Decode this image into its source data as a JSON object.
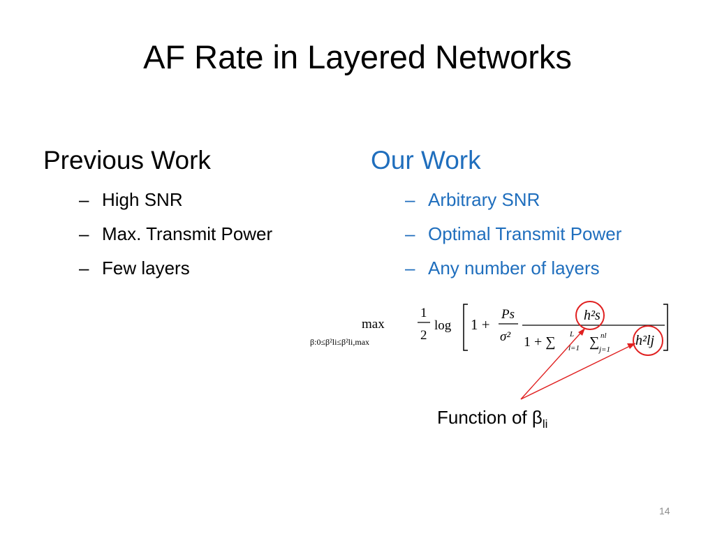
{
  "slide": {
    "title": "AF Rate in Layered Networks",
    "left_column": {
      "heading": "Previous Work",
      "bullets": [
        "High SNR",
        "Max. Transmit Power",
        "Few layers"
      ]
    },
    "right_column": {
      "heading": "Our Work",
      "bullets": [
        "Arbitrary SNR",
        "Optimal Transmit Power",
        "Any number of layers"
      ]
    },
    "caption": {
      "text": "Function of β",
      "subscript": "li"
    },
    "slide_number": "14"
  },
  "formula": {
    "max_op": "max",
    "constraint": "β:0≤β²li≤β²li,max",
    "half_num": "1",
    "half_den": "2",
    "log": "log",
    "one_plus": "1 +",
    "ps_num": "Ps",
    "sigma_den": "σ²",
    "hs2": "h²s",
    "den_prefix": "1 + ∑",
    "sum_upper_L": "L",
    "sum_lower_l1": "l=1",
    "sum_upper_nl": "nl",
    "sum_lower_j1": "j=1",
    "hlj2": "h²lj"
  },
  "colors": {
    "accent_blue": "#1f6ebd",
    "annotation_red": "#e02020",
    "slide_number_gray": "#8c8c8c"
  }
}
